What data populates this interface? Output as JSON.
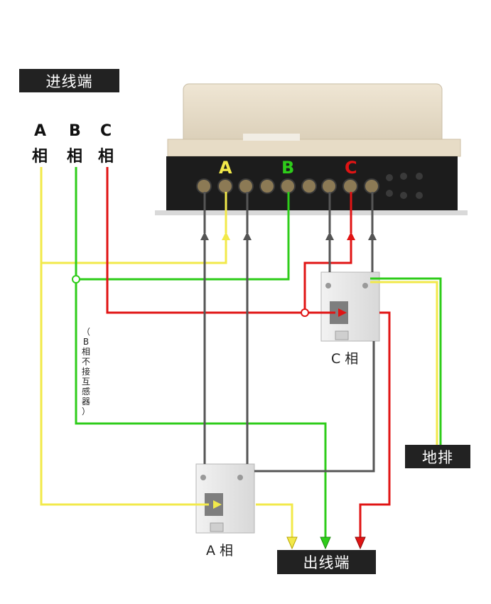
{
  "labels": {
    "incoming": "进线端",
    "outgoing": "出线端",
    "ground_bar": "地排"
  },
  "phases": [
    {
      "letter": "A",
      "char": "相"
    },
    {
      "letter": "B",
      "char": "相"
    },
    {
      "letter": "C",
      "char": "相"
    }
  ],
  "meter_terminals": {
    "a": "A",
    "b": "B",
    "c": "C"
  },
  "ct": {
    "c_label": "C 相",
    "a_label": "A 相"
  },
  "note_b_phase": [
    "（",
    "B",
    "相",
    "不",
    "接",
    "互",
    "感",
    "器",
    "）"
  ],
  "colors": {
    "phase_a": "#f2e94a",
    "phase_b": "#2ecc1a",
    "phase_c": "#e01414",
    "signal": "#555555",
    "label_bg": "#222222"
  }
}
